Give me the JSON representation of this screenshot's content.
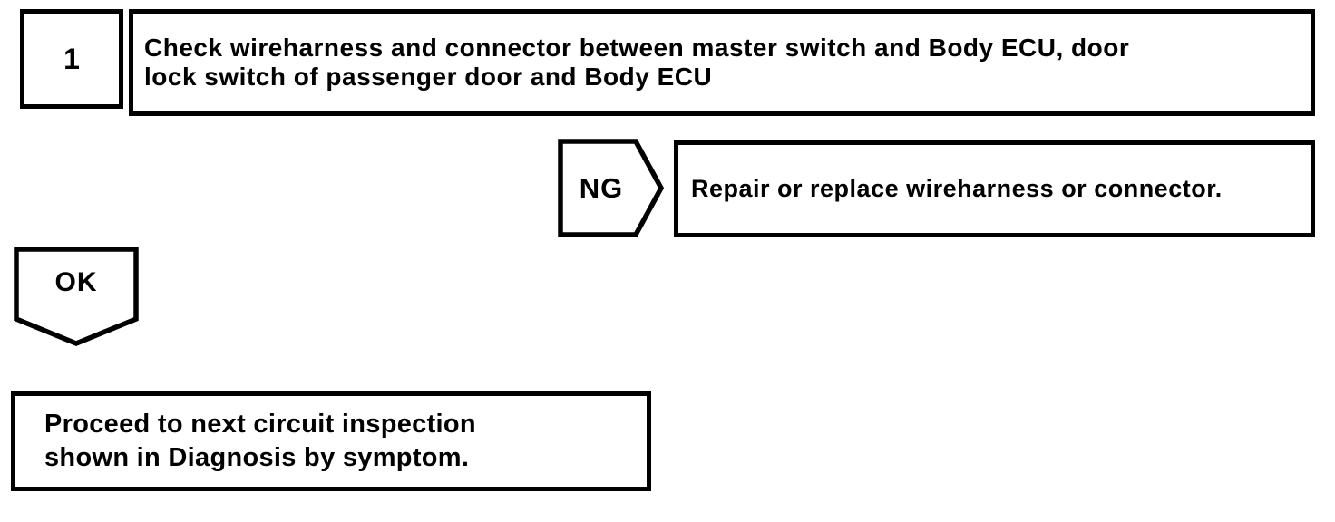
{
  "page": {
    "background_color": "#ffffff",
    "line_color": "#000000"
  },
  "flowchart": {
    "step": {
      "number": "1",
      "title_line1": "Check wireharness and connector between master switch and Body ECU, door",
      "title_line2": "lock switch of passenger door and Body ECU"
    },
    "ng_branch": {
      "label": "NG",
      "action": "Repair or replace wireharness or connector."
    },
    "ok_branch": {
      "label": "OK",
      "action_line1": "Proceed to next circuit inspection",
      "action_line2": "shown in Diagnosis by symptom."
    }
  }
}
